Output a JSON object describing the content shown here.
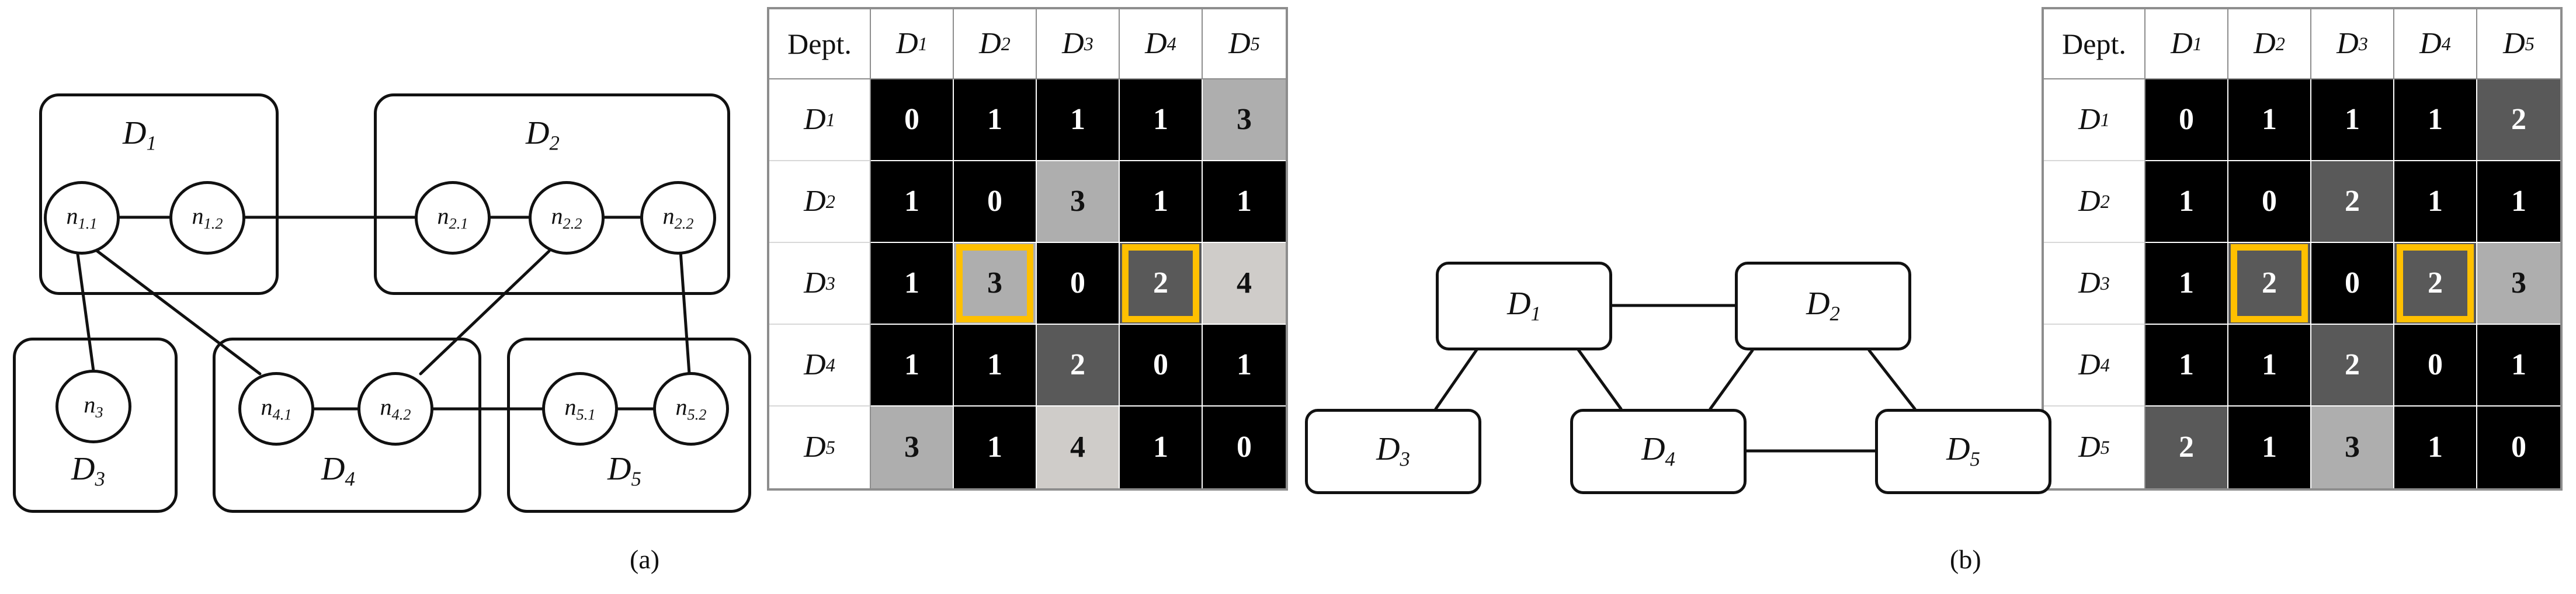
{
  "figure": {
    "panels": [
      {
        "id": "a",
        "caption": "(a)"
      },
      {
        "id": "b",
        "caption": "(b)"
      }
    ]
  },
  "panel_a": {
    "caption": "(a)",
    "departments": [
      {
        "id": "D1",
        "label": "D",
        "sub": "1",
        "nodes": [
          {
            "id": "n1_1",
            "label": "n",
            "sub": "1.1"
          },
          {
            "id": "n1_2",
            "label": "n",
            "sub": "1.2"
          }
        ]
      },
      {
        "id": "D2",
        "label": "D",
        "sub": "2",
        "nodes": [
          {
            "id": "n2_1",
            "label": "n",
            "sub": "2.1"
          },
          {
            "id": "n2_2",
            "label": "n",
            "sub": "2.2"
          },
          {
            "id": "n2_3",
            "label": "n",
            "sub": "2.2"
          }
        ]
      },
      {
        "id": "D3",
        "label": "D",
        "sub": "3",
        "nodes": [
          {
            "id": "n3",
            "label": "n",
            "sub": "3"
          }
        ]
      },
      {
        "id": "D4",
        "label": "D",
        "sub": "4",
        "nodes": [
          {
            "id": "n4_1",
            "label": "n",
            "sub": "4.1"
          },
          {
            "id": "n4_2",
            "label": "n",
            "sub": "4.2"
          }
        ]
      },
      {
        "id": "D5",
        "label": "D",
        "sub": "5",
        "nodes": [
          {
            "id": "n5_1",
            "label": "n",
            "sub": "5.1"
          },
          {
            "id": "n5_2",
            "label": "n",
            "sub": "5.2"
          }
        ]
      }
    ],
    "edges": [
      [
        "n1_1",
        "n1_2"
      ],
      [
        "n1_2",
        "n2_1"
      ],
      [
        "n2_1",
        "n2_2"
      ],
      [
        "n2_2",
        "n2_3"
      ],
      [
        "n1_1",
        "n3"
      ],
      [
        "n1_1",
        "n4_1"
      ],
      [
        "n2_2",
        "n4_2"
      ],
      [
        "n4_1",
        "n4_2"
      ],
      [
        "n4_2",
        "n5_1"
      ],
      [
        "n5_1",
        "n5_2"
      ],
      [
        "n2_3",
        "n5_2"
      ]
    ]
  },
  "panel_b": {
    "caption": "(b)",
    "blocks": [
      {
        "id": "D1",
        "label": "D",
        "sub": "1"
      },
      {
        "id": "D2",
        "label": "D",
        "sub": "2"
      },
      {
        "id": "D3",
        "label": "D",
        "sub": "3"
      },
      {
        "id": "D4",
        "label": "D",
        "sub": "4"
      },
      {
        "id": "D5",
        "label": "D",
        "sub": "5"
      }
    ],
    "edges": [
      [
        "D1",
        "D2"
      ],
      [
        "D1",
        "D3"
      ],
      [
        "D1",
        "D4"
      ],
      [
        "D2",
        "D4"
      ],
      [
        "D2",
        "D5"
      ],
      [
        "D4",
        "D5"
      ]
    ]
  },
  "chart_data": [
    {
      "id": "matrix_a",
      "type": "heatmap",
      "title": "",
      "corner_label": "Dept.",
      "categories": [
        "D₁",
        "D₂",
        "D₃",
        "D₄",
        "D₅"
      ],
      "col_headers": [
        {
          "label": "D",
          "sub": "1"
        },
        {
          "label": "D",
          "sub": "2"
        },
        {
          "label": "D",
          "sub": "3"
        },
        {
          "label": "D",
          "sub": "4"
        },
        {
          "label": "D",
          "sub": "5"
        }
      ],
      "row_headers": [
        {
          "label": "D",
          "sub": "1"
        },
        {
          "label": "D",
          "sub": "2"
        },
        {
          "label": "D",
          "sub": "3"
        },
        {
          "label": "D",
          "sub": "4"
        },
        {
          "label": "D",
          "sub": "5"
        }
      ],
      "values": [
        [
          0,
          1,
          1,
          1,
          3
        ],
        [
          1,
          0,
          3,
          1,
          1
        ],
        [
          1,
          3,
          0,
          2,
          4
        ],
        [
          1,
          1,
          2,
          0,
          1
        ],
        [
          3,
          1,
          4,
          1,
          0
        ]
      ],
      "highlights": [
        {
          "row": 2,
          "col": 1
        },
        {
          "row": 2,
          "col": 3
        }
      ],
      "highlight_color": "#FFC000"
    },
    {
      "id": "matrix_b",
      "type": "heatmap",
      "title": "",
      "corner_label": "Dept.",
      "categories": [
        "D₁",
        "D₂",
        "D₃",
        "D₄",
        "D₅"
      ],
      "col_headers": [
        {
          "label": "D",
          "sub": "1"
        },
        {
          "label": "D",
          "sub": "2"
        },
        {
          "label": "D",
          "sub": "3"
        },
        {
          "label": "D",
          "sub": "4"
        },
        {
          "label": "D",
          "sub": "5"
        }
      ],
      "row_headers": [
        {
          "label": "D",
          "sub": "1"
        },
        {
          "label": "D",
          "sub": "2"
        },
        {
          "label": "D",
          "sub": "3"
        },
        {
          "label": "D",
          "sub": "4"
        },
        {
          "label": "D",
          "sub": "5"
        }
      ],
      "values": [
        [
          0,
          1,
          1,
          1,
          2
        ],
        [
          1,
          0,
          2,
          1,
          1
        ],
        [
          1,
          2,
          0,
          2,
          3
        ],
        [
          1,
          1,
          2,
          0,
          1
        ],
        [
          2,
          1,
          3,
          1,
          0
        ]
      ],
      "highlights": [
        {
          "row": 2,
          "col": 1
        },
        {
          "row": 2,
          "col": 3
        }
      ],
      "highlight_color": "#FFC000"
    }
  ],
  "value_styles": {
    "0": {
      "bg": "#000000",
      "fg": "#ffffff"
    },
    "1": {
      "bg": "#000000",
      "fg": "#ffffff"
    },
    "2": {
      "bg": "#595959",
      "fg": "#ffffff"
    },
    "3": {
      "bg": "#aeaeae",
      "fg": "#111111"
    },
    "4": {
      "bg": "#cfccc9",
      "fg": "#111111"
    }
  },
  "colors": {
    "stroke": "#111111",
    "grid": "#8d8d8d",
    "highlight": "#FFC000",
    "background": "#ffffff"
  }
}
